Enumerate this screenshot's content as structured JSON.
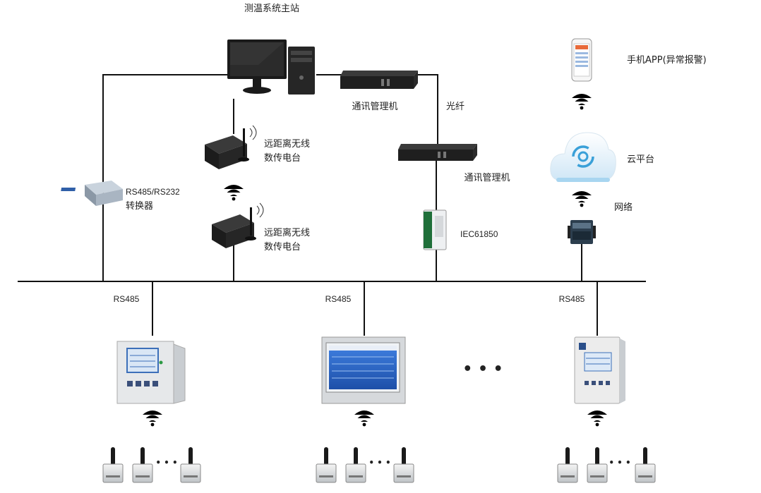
{
  "title": "测温系统主站",
  "labels": {
    "comm_manager_top": "通讯管理机",
    "fiber": "光纤",
    "comm_manager_mid": "通讯管理机",
    "iec": "IEC61850",
    "radio_top_line1": "远距离无线",
    "radio_top_line2": "数传电台",
    "radio_bottom_line1": "远距离无线",
    "radio_bottom_line2": "数传电台",
    "converter_line1": "RS485/RS232",
    "converter_line2": "转换器",
    "mobile_app": "手机APP(异常报警)",
    "cloud": "云平台",
    "network": "网络",
    "rs485_left": "RS485",
    "rs485_mid": "RS485",
    "rs485_right": "RS485",
    "ellipsis_big": "• • •",
    "ellipsis_small_left": "• • •",
    "ellipsis_small_mid": "• • •",
    "ellipsis_small_right": "• • •"
  },
  "icons": [
    "desktop-computer-icon",
    "server-rack-icon",
    "radio-modem-icon",
    "converter-icon",
    "phone-icon",
    "cloud-icon",
    "gateway-icon",
    "din-module-icon",
    "wifi-icon",
    "temperature-sensor-icon",
    "panel-meter-icon",
    "touch-panel-icon",
    "cabinet-panel-icon"
  ],
  "colors": {
    "line": "#111111",
    "cloud_blue": "#3aa0d8",
    "screen_blue": "#2a63c9"
  }
}
